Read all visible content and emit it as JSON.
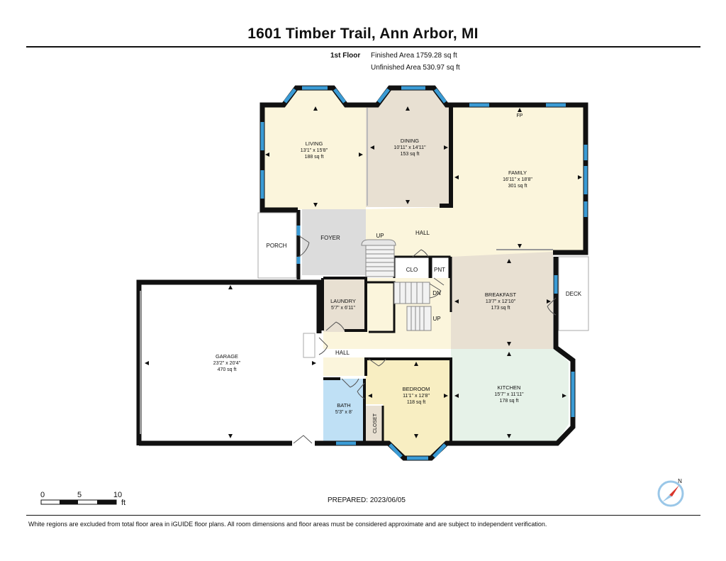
{
  "title": "1601 Timber Trail, Ann Arbor, MI",
  "floor": {
    "name": "1st Floor",
    "finished_area": "Finished Area 1759.28 sq ft",
    "unfinished_area": "Unfinished Area 530.97 sq ft"
  },
  "rooms": {
    "living": {
      "name": "LIVING",
      "dims": "13'1\" x 15'8\"",
      "area": "188 sq ft"
    },
    "dining": {
      "name": "DINING",
      "dims": "10'11\" x 14'11\"",
      "area": "153 sq ft"
    },
    "family": {
      "name": "FAMILY",
      "dims": "16'11\" x 18'8\"",
      "area": "301 sq ft",
      "fp": "FP"
    },
    "breakfast": {
      "name": "BREAKFAST",
      "dims": "13'7\" x 12'10\"",
      "area": "173 sq ft"
    },
    "kitchen": {
      "name": "KITCHEN",
      "dims": "15'7\" x 11'11\"",
      "area": "178 sq ft"
    },
    "bedroom": {
      "name": "BEDROOM",
      "dims": "11'1\" x 12'8\"",
      "area": "118 sq ft"
    },
    "bath": {
      "name": "BATH",
      "dims": "5'3\" x 8'"
    },
    "laundry": {
      "name": "LAUNDRY",
      "dims": "5'7\" x 6'11\""
    },
    "garage": {
      "name": "GARAGE",
      "dims": "23'2\" x 20'4\"",
      "area": "470 sq ft"
    },
    "foyer": {
      "name": "FOYER"
    },
    "porch": {
      "name": "PORCH"
    },
    "deck": {
      "name": "DECK"
    },
    "hall_upper": {
      "name": "HALL"
    },
    "hall_lower": {
      "name": "HALL"
    },
    "clo": {
      "name": "CLO"
    },
    "pnt": {
      "name": "PNT"
    },
    "closet": {
      "name": "CLOSET"
    }
  },
  "stairs": {
    "up1": "UP",
    "dn": "DN",
    "up2": "UP"
  },
  "scale": {
    "ticks": [
      "0",
      "5",
      "10"
    ],
    "unit": "ft"
  },
  "prepared": "PREPARED: 2023/06/05",
  "compass": {
    "label": "N"
  },
  "footer_note": "White regions are excluded from total floor area in iGUIDE floor plans. All room dimensions and floor areas must be considered approximate and are subject to independent verification.",
  "colors": {
    "wall": "#111111",
    "window": "#3a9bd5",
    "living": "#fbf5dc",
    "dining": "#e8e0d2",
    "family": "#fbf5dc",
    "hall": "#fbf5dc",
    "foyer": "#dcdcdc",
    "breakfast": "#e8e0d2",
    "kitchen": "#e6f2e8",
    "bedroom": "#f8eec2",
    "bath": "#bfe0f5",
    "laundry": "#e8e0d2"
  }
}
